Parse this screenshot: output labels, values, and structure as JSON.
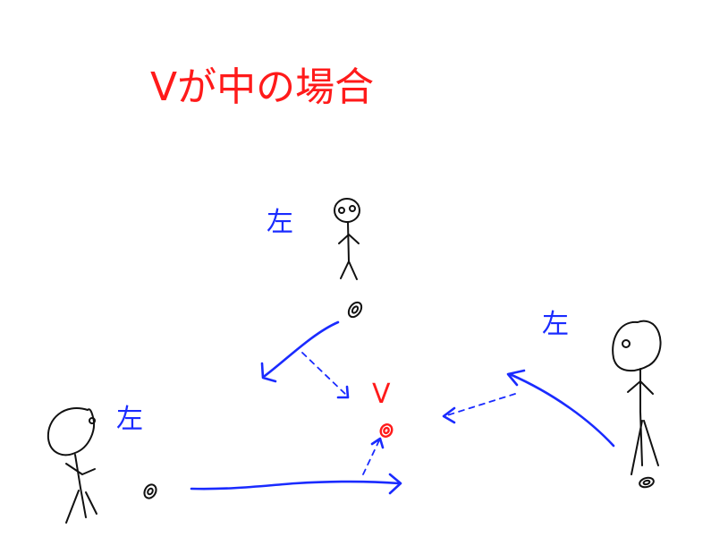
{
  "title": "Vが中の場合",
  "labels": {
    "top_player": "左",
    "left_player": "左",
    "right_player": "左",
    "target": "V"
  },
  "colors": {
    "title": "#ff1a1a",
    "arrows": "#1a2bff",
    "figures": "#111111",
    "target_ball": "#ff1a1a"
  }
}
